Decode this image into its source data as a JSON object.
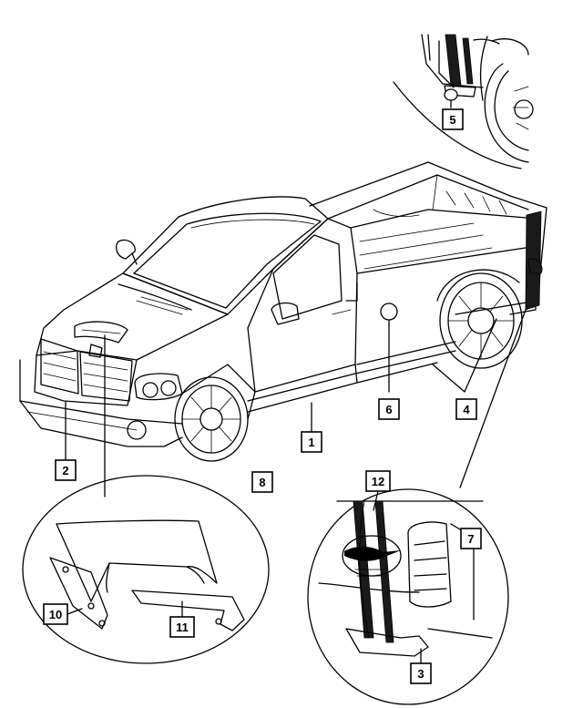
{
  "callouts": {
    "c1": "1",
    "c2": "2",
    "c3": "3",
    "c4": "4",
    "c5": "5",
    "c6": "6",
    "c7": "7",
    "c8": "8",
    "c10": "10",
    "c11": "11",
    "c12": "12"
  },
  "icons": {
    "truck": "pickup-truck-illustration",
    "tail-detail": "rear-bumper-detail",
    "stripe-detail": "rear-stripe-decal-detail",
    "hood-detail": "hood-scoop-detail"
  }
}
